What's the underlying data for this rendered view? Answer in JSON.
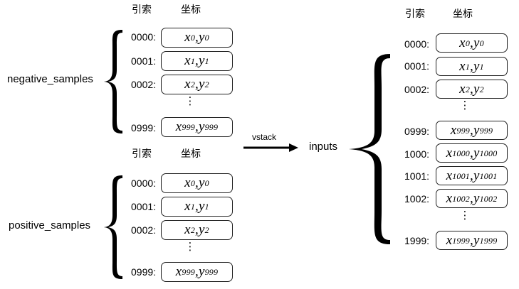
{
  "column_headers": {
    "index": "引索",
    "coord": "坐标"
  },
  "negative": {
    "label": "negative_samples",
    "rows": [
      {
        "index": "0000:",
        "x": "x",
        "xs": "0",
        "y": "y",
        "ys": "0"
      },
      {
        "index": "0001:",
        "x": "x",
        "xs": "1",
        "y": "y",
        "ys": "1"
      },
      {
        "index": "0002:",
        "x": "x",
        "xs": "2",
        "y": "y",
        "ys": "2"
      },
      {
        "index": "0999:",
        "x": "x",
        "xs": "999",
        "y": "y",
        "ys": "999"
      }
    ],
    "ellipsis": "⋮"
  },
  "positive": {
    "label": "positive_samples",
    "rows": [
      {
        "index": "0000:",
        "x": "x",
        "xs": "0",
        "y": "y",
        "ys": "0"
      },
      {
        "index": "0001:",
        "x": "x",
        "xs": "1",
        "y": "y",
        "ys": "1"
      },
      {
        "index": "0002:",
        "x": "x",
        "xs": "2",
        "y": "y",
        "ys": "2"
      },
      {
        "index": "0999:",
        "x": "x",
        "xs": "999",
        "y": "y",
        "ys": "999"
      }
    ],
    "ellipsis": "⋮"
  },
  "operation": {
    "label": "vstack"
  },
  "inputs": {
    "label": "inputs",
    "rows": [
      {
        "index": "0000:",
        "x": "x",
        "xs": "0",
        "y": "y",
        "ys": "0"
      },
      {
        "index": "0001:",
        "x": "x",
        "xs": "1",
        "y": "y",
        "ys": "1"
      },
      {
        "index": "0002:",
        "x": "x",
        "xs": "2",
        "y": "y",
        "ys": "2"
      },
      {
        "index": "0999:",
        "x": "x",
        "xs": "999",
        "y": "y",
        "ys": "999"
      },
      {
        "index": "1000:",
        "x": "x",
        "xs": "1000",
        "y": "y",
        "ys": "1000"
      },
      {
        "index": "1001:",
        "x": "x",
        "xs": "1001",
        "y": "y",
        "ys": "1001"
      },
      {
        "index": "1002:",
        "x": "x",
        "xs": "1002",
        "y": "y",
        "ys": "1002"
      },
      {
        "index": "1999:",
        "x": "x",
        "xs": "1999",
        "y": "y",
        "ys": "1999"
      }
    ],
    "ellipsis": "⋮"
  }
}
